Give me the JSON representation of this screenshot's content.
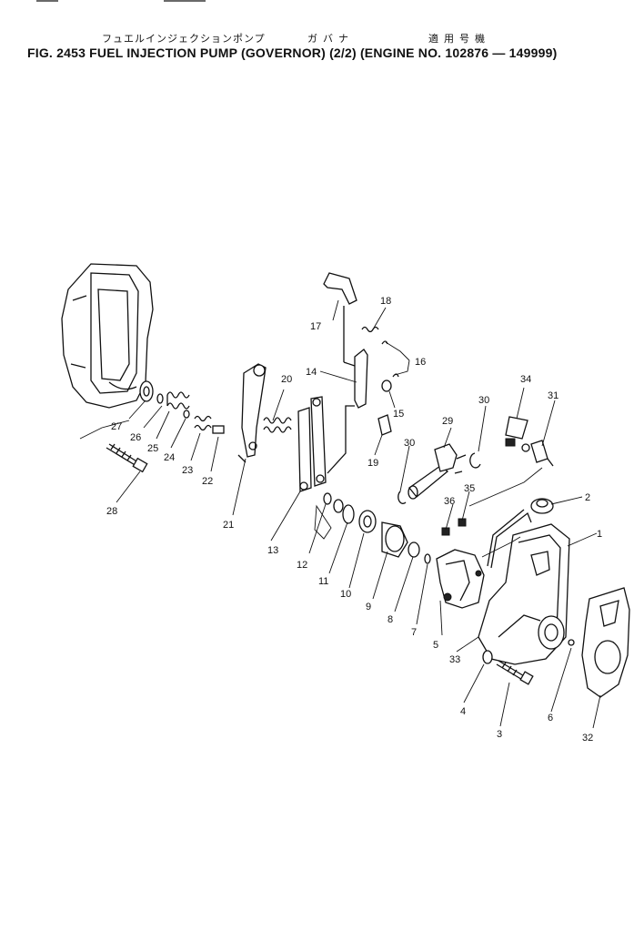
{
  "header": {
    "title_jp": "フュエルインジェクションポンプ",
    "title_jp_sub": "ガバナ",
    "title_jp_applies": "適用号機",
    "title_en": "FIG. 2453  FUEL INJECTION PUMP (GOVERNOR) (2/2) (ENGINE NO. 102876 — 149999)"
  },
  "callouts": [
    "1",
    "2",
    "3",
    "4",
    "5",
    "6",
    "7",
    "8",
    "9",
    "10",
    "11",
    "12",
    "13",
    "14",
    "15",
    "16",
    "17",
    "18",
    "19",
    "20",
    "21",
    "22",
    "23",
    "24",
    "25",
    "26",
    "27",
    "28",
    "29",
    "30",
    "30",
    "31",
    "32",
    "33",
    "34",
    "35",
    "36"
  ]
}
